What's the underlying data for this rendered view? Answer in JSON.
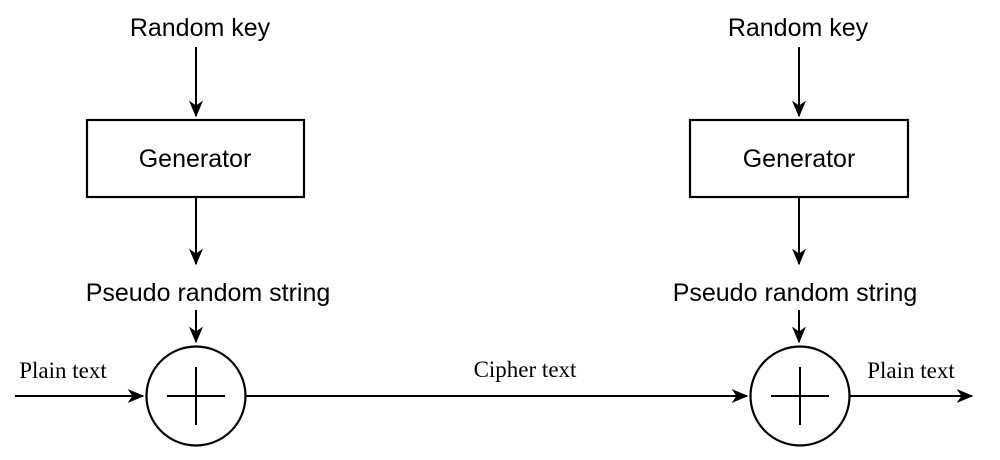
{
  "colors": {
    "ink": "#000000",
    "background": "#ffffff"
  },
  "encryption_unit": {
    "key_label": "Random key",
    "generator_label": "Generator",
    "keystream_label": "Pseudo random string",
    "input_label": "Plain text"
  },
  "channel": {
    "label": "Cipher text"
  },
  "decryption_unit": {
    "key_label": "Random key",
    "generator_label": "Generator",
    "keystream_label": "Pseudo random string",
    "output_label": "Plain text"
  }
}
